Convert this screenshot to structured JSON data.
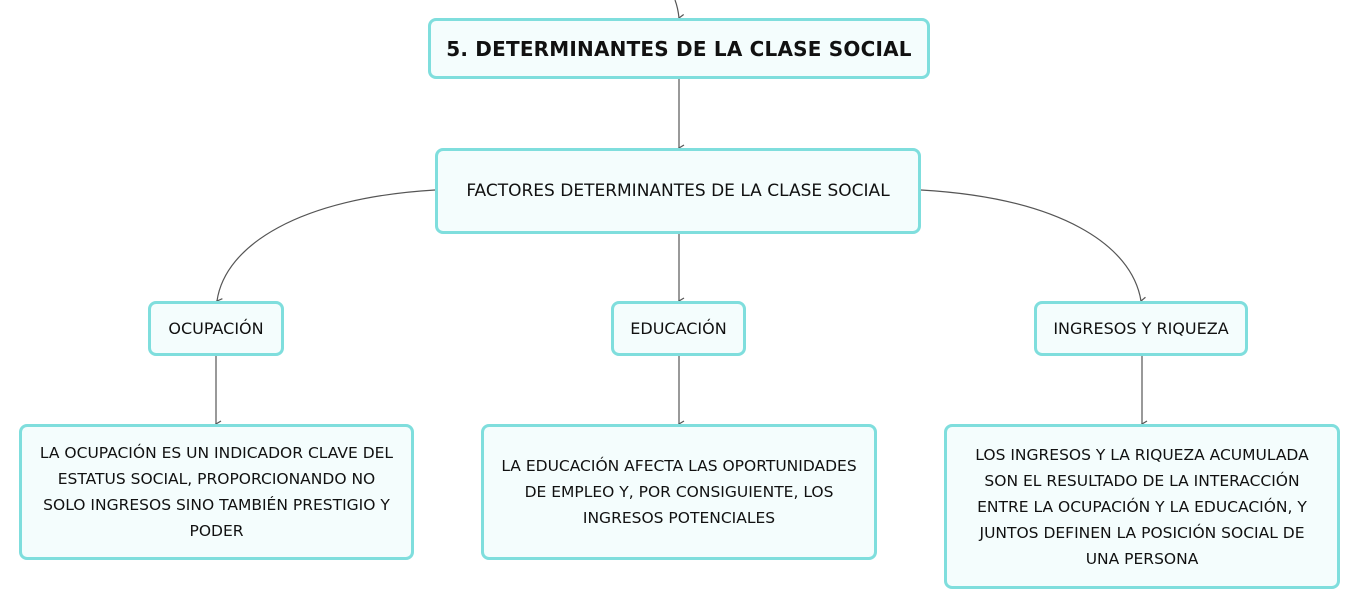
{
  "colors": {
    "node_border": "#7fdedd",
    "node_fill": "#f4fdfd",
    "connector": "#555555"
  },
  "diagram": {
    "title": "5. DETERMINANTES DE LA CLASE SOCIAL",
    "factors": "FACTORES DETERMINANTES DE LA CLASE SOCIAL",
    "categories": {
      "ocupacion": "OCUPACIÓN",
      "educacion": "EDUCACIÓN",
      "ingresos": "INGRESOS Y RIQUEZA"
    },
    "descriptions": {
      "ocupacion": "LA OCUPACIÓN ES UN INDICADOR CLAVE DEL ESTATUS SOCIAL, PROPORCIONANDO NO SOLO INGRESOS SINO TAMBIÉN PRESTIGIO Y PODER",
      "educacion": "LA EDUCACIÓN AFECTA LAS OPORTUNIDADES DE EMPLEO Y, POR CONSIGUIENTE, LOS INGRESOS POTENCIALES",
      "ingresos": "LOS INGRESOS Y LA RIQUEZA ACUMULADA SON EL RESULTADO DE LA INTERACCIÓN ENTRE LA OCUPACIÓN Y LA EDUCACIÓN, Y JUNTOS DEFINEN LA POSICIÓN SOCIAL DE UNA PERSONA"
    }
  }
}
